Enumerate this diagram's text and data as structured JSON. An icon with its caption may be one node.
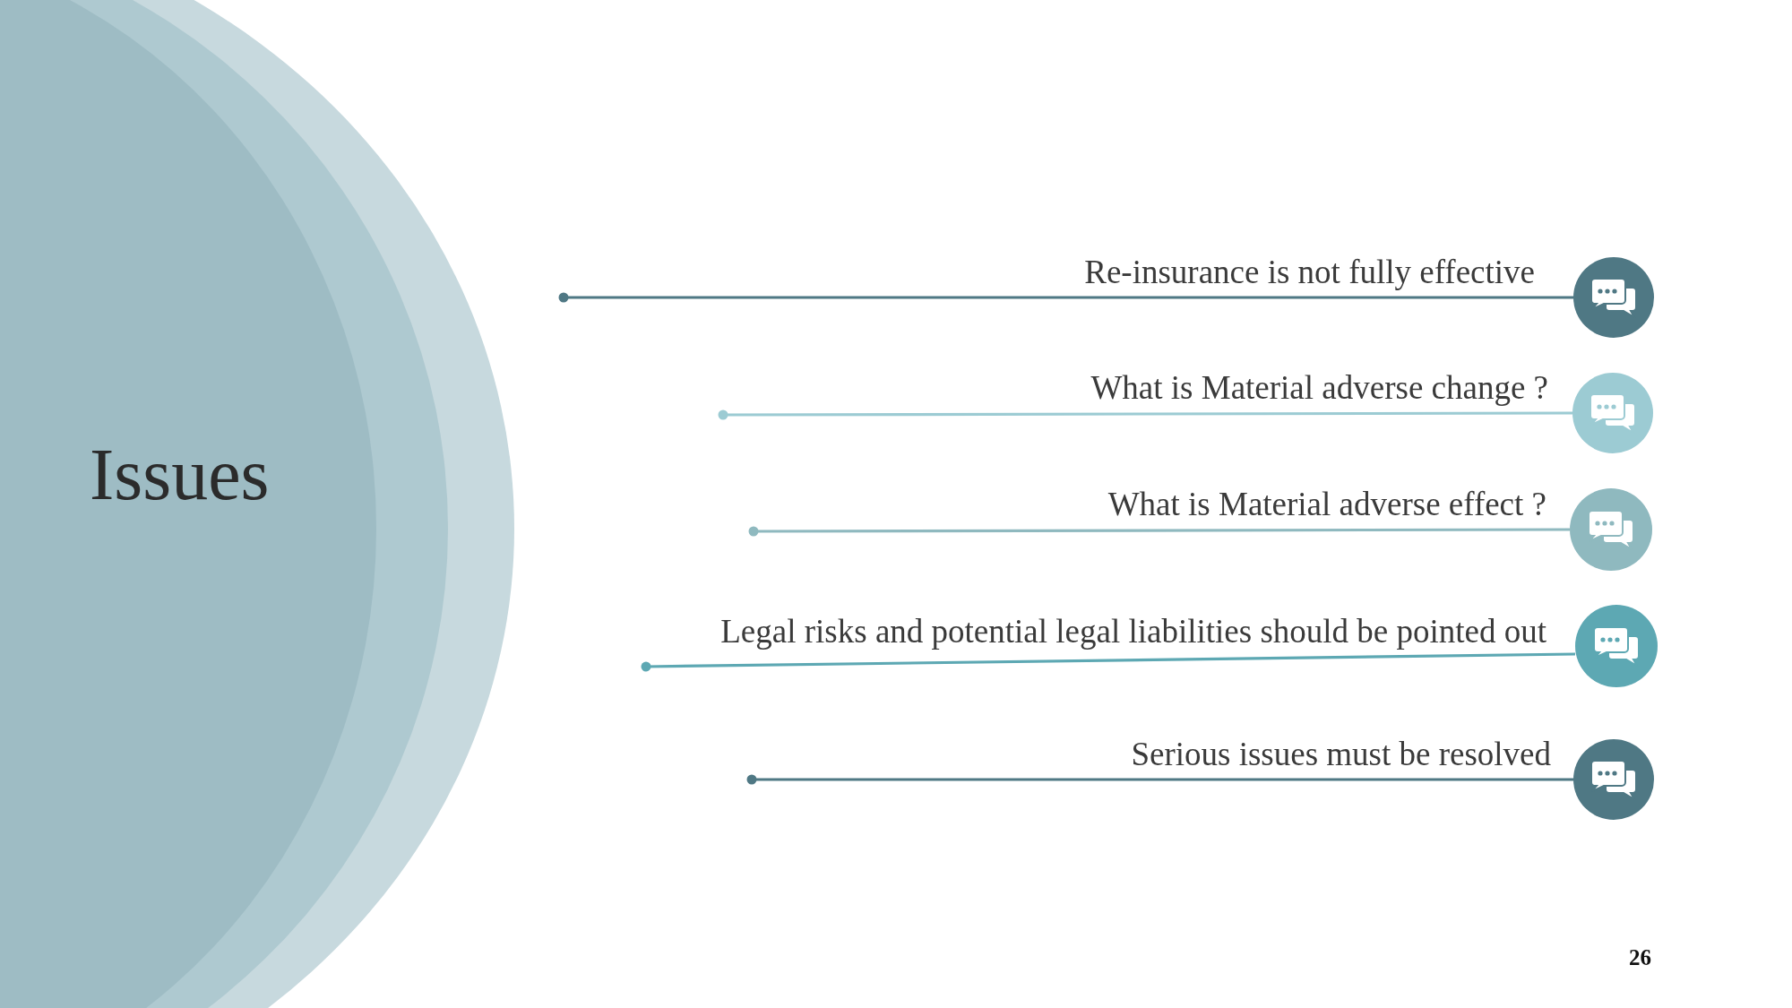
{
  "diagram": {
    "title": "Issues",
    "nodes": [
      {
        "text": [],
        "shape": "circle"
      },
      {
        "text": [],
        "shape": "circle"
      },
      {
        "text": [],
        "shape": "circle"
      },
      {
        "text": [],
        "shape": "circle"
      },
      {
        "text": [],
        "shape": "circle"
      }
    ],
    "edges": [
      {
        "from": null,
        "to": 0,
        "arrow": "other",
        "label": "Re-insurance is not fully effective",
        "color": "#4f7884"
      },
      {
        "from": null,
        "to": 1,
        "arrow": "other",
        "label": "What is Material adverse change ?",
        "color": "#9ccbd3"
      },
      {
        "from": null,
        "to": 2,
        "arrow": "other",
        "label": "What is Material adverse effect ?",
        "color": "#8fb9bf"
      },
      {
        "from": null,
        "to": 3,
        "arrow": "other",
        "label": "Legal risks and potential legal liabilities should be pointed out",
        "color": "#5da8b3"
      },
      {
        "from": null,
        "to": 4,
        "arrow": "other",
        "label": "Serious issues must be resolved",
        "color": "#4f7884"
      }
    ],
    "labels": [
      "26"
    ]
  }
}
